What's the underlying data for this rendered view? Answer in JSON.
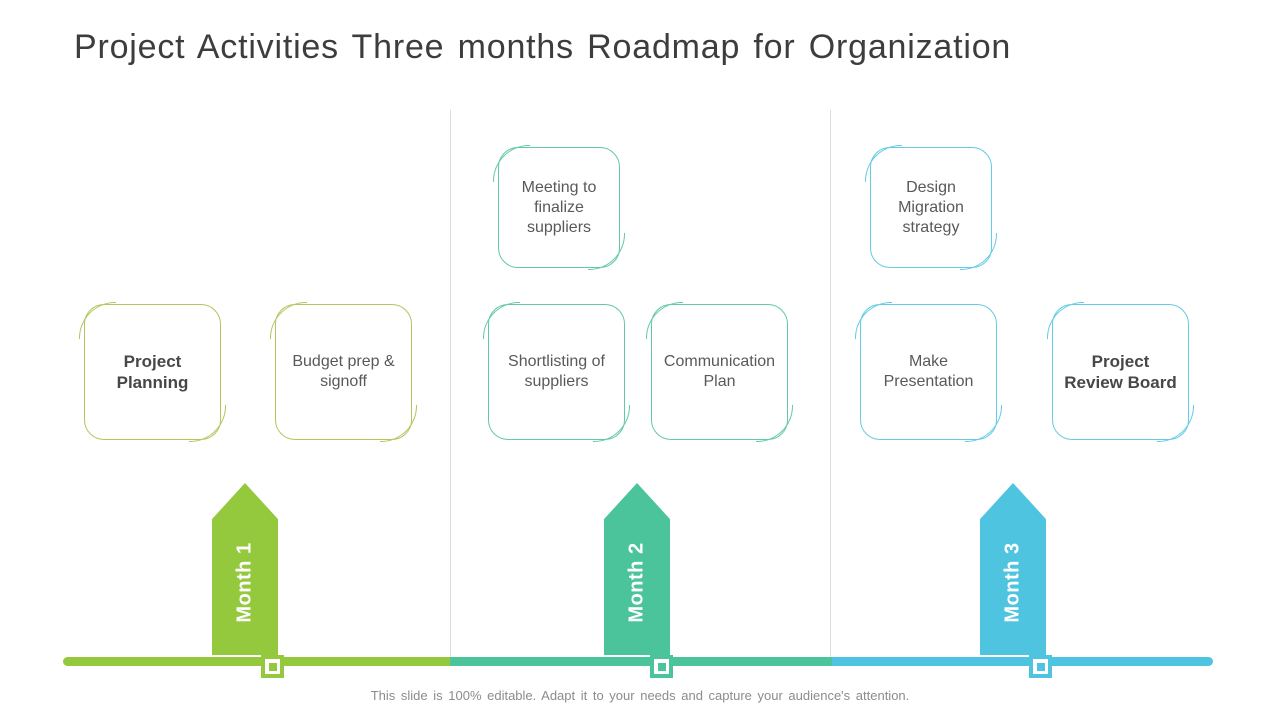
{
  "title": "Project Activities Three months Roadmap for Organization",
  "footer": "This slide is 100% editable. Adapt it to your needs and capture your audience's attention.",
  "colors": {
    "month1_fill": "#94C83D",
    "month1_box_border": "#AFC75F",
    "month2_fill": "#4BC39B",
    "month2_box_border": "#63C8AB",
    "month3_fill": "#4FC4E0",
    "month3_box_border": "#63CBE3",
    "divider_line": "#DCDCDC",
    "title_text": "#3D3D3D",
    "box_text": "#595959",
    "footer_text": "#8C8C8C"
  },
  "months": [
    {
      "label": "Month 1",
      "fill": "#94C83D",
      "border": "#AFC75F",
      "boxes": [
        {
          "text": "Project Planning",
          "bold": true
        },
        {
          "text": "Budget prep & signoff",
          "bold": false
        }
      ]
    },
    {
      "label": "Month 2",
      "fill": "#4BC39B",
      "border": "#63C8AB",
      "top_box": {
        "text": "Meeting to finalize suppliers",
        "bold": false
      },
      "boxes": [
        {
          "text": "Shortlisting of suppliers",
          "bold": false
        },
        {
          "text": "Communication Plan",
          "bold": false
        }
      ]
    },
    {
      "label": "Month 3",
      "fill": "#4FC4E0",
      "border": "#63CBE3",
      "top_box": {
        "text": "Design Migration strategy",
        "bold": false
      },
      "boxes": [
        {
          "text": "Make Presentation",
          "bold": false
        },
        {
          "text": "Project Review Board",
          "bold": true
        }
      ]
    }
  ]
}
